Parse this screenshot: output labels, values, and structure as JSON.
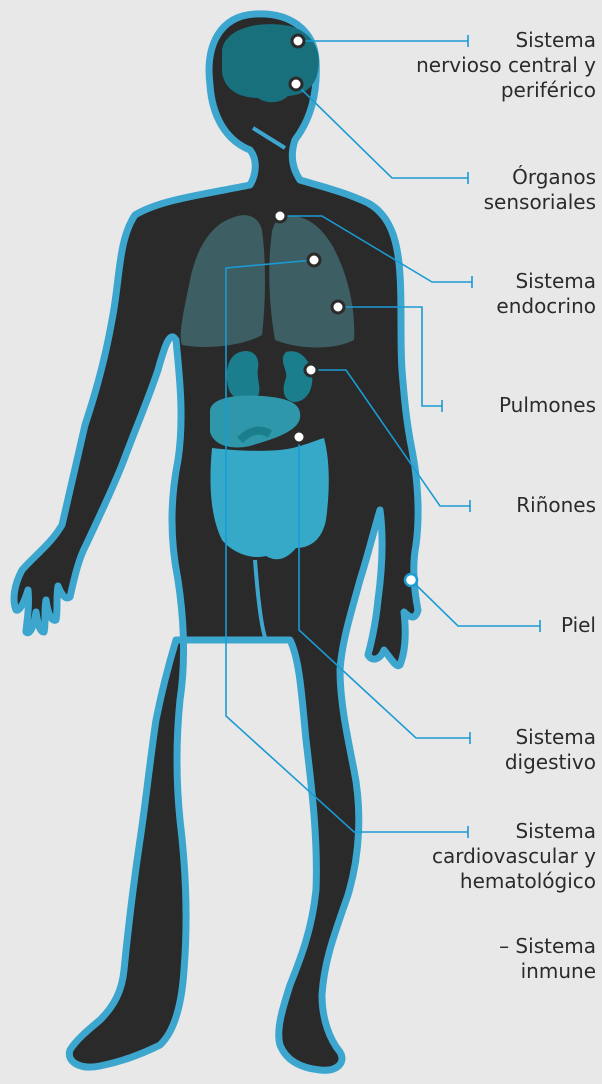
{
  "labels": {
    "nervous": [
      "Sistema",
      "nervioso central y",
      "periférico"
    ],
    "sensory": [
      "Órganos",
      "sensoriales"
    ],
    "endocrine": [
      "Sistema",
      "endocrino"
    ],
    "lungs": [
      "Pulmones"
    ],
    "kidneys": [
      "Riñones"
    ],
    "skin": [
      "Piel"
    ],
    "digestive": [
      "Sistema",
      "digestivo"
    ],
    "cardiovascular": [
      "Sistema",
      "cardiovascular y",
      "hematológico"
    ],
    "immune": [
      "– Sistema",
      "inmune"
    ]
  },
  "colors": {
    "background": "#e8e8e8",
    "body_fill": "#2a2a2a",
    "body_outline": "#3da6cf",
    "brain": "#17707c",
    "lungs": "#3d5e63",
    "kidneys": "#1a7e8c",
    "stomach": "#2f97aa",
    "intestine": "#37a9c8",
    "leader_line": "#1a9bd4"
  }
}
